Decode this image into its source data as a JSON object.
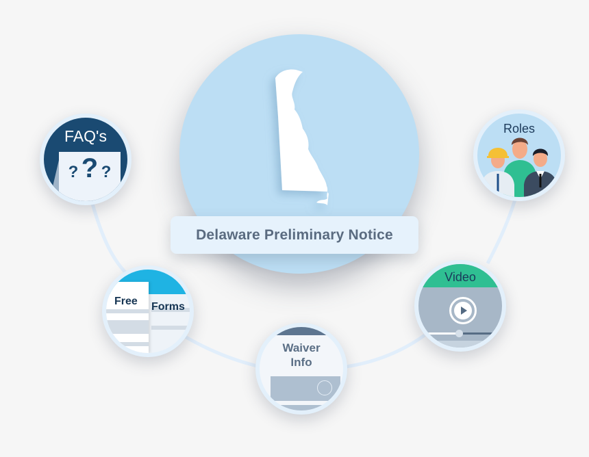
{
  "center": {
    "title": "Delaware Preliminary Notice",
    "state_icon": "delaware-state-shape",
    "circle_color": "#bcdef4"
  },
  "nodes": {
    "faq": {
      "label": "FAQ's",
      "marks": [
        "?",
        "?",
        "?"
      ],
      "color": "#1a4a72"
    },
    "roles": {
      "label": "Roles",
      "color": "#bcdef4"
    },
    "forms": {
      "label_1": "Free",
      "label_2": "Forms",
      "color": "#1fb3e3"
    },
    "waiver": {
      "label_1": "Waiver",
      "label_2": "Info",
      "color": "#5d7590"
    },
    "video": {
      "label": "Video",
      "color": "#2fbf92"
    }
  },
  "colors": {
    "background": "#f6f6f6",
    "connector": "#e1eefb",
    "pill_text": "#5a6b80"
  }
}
